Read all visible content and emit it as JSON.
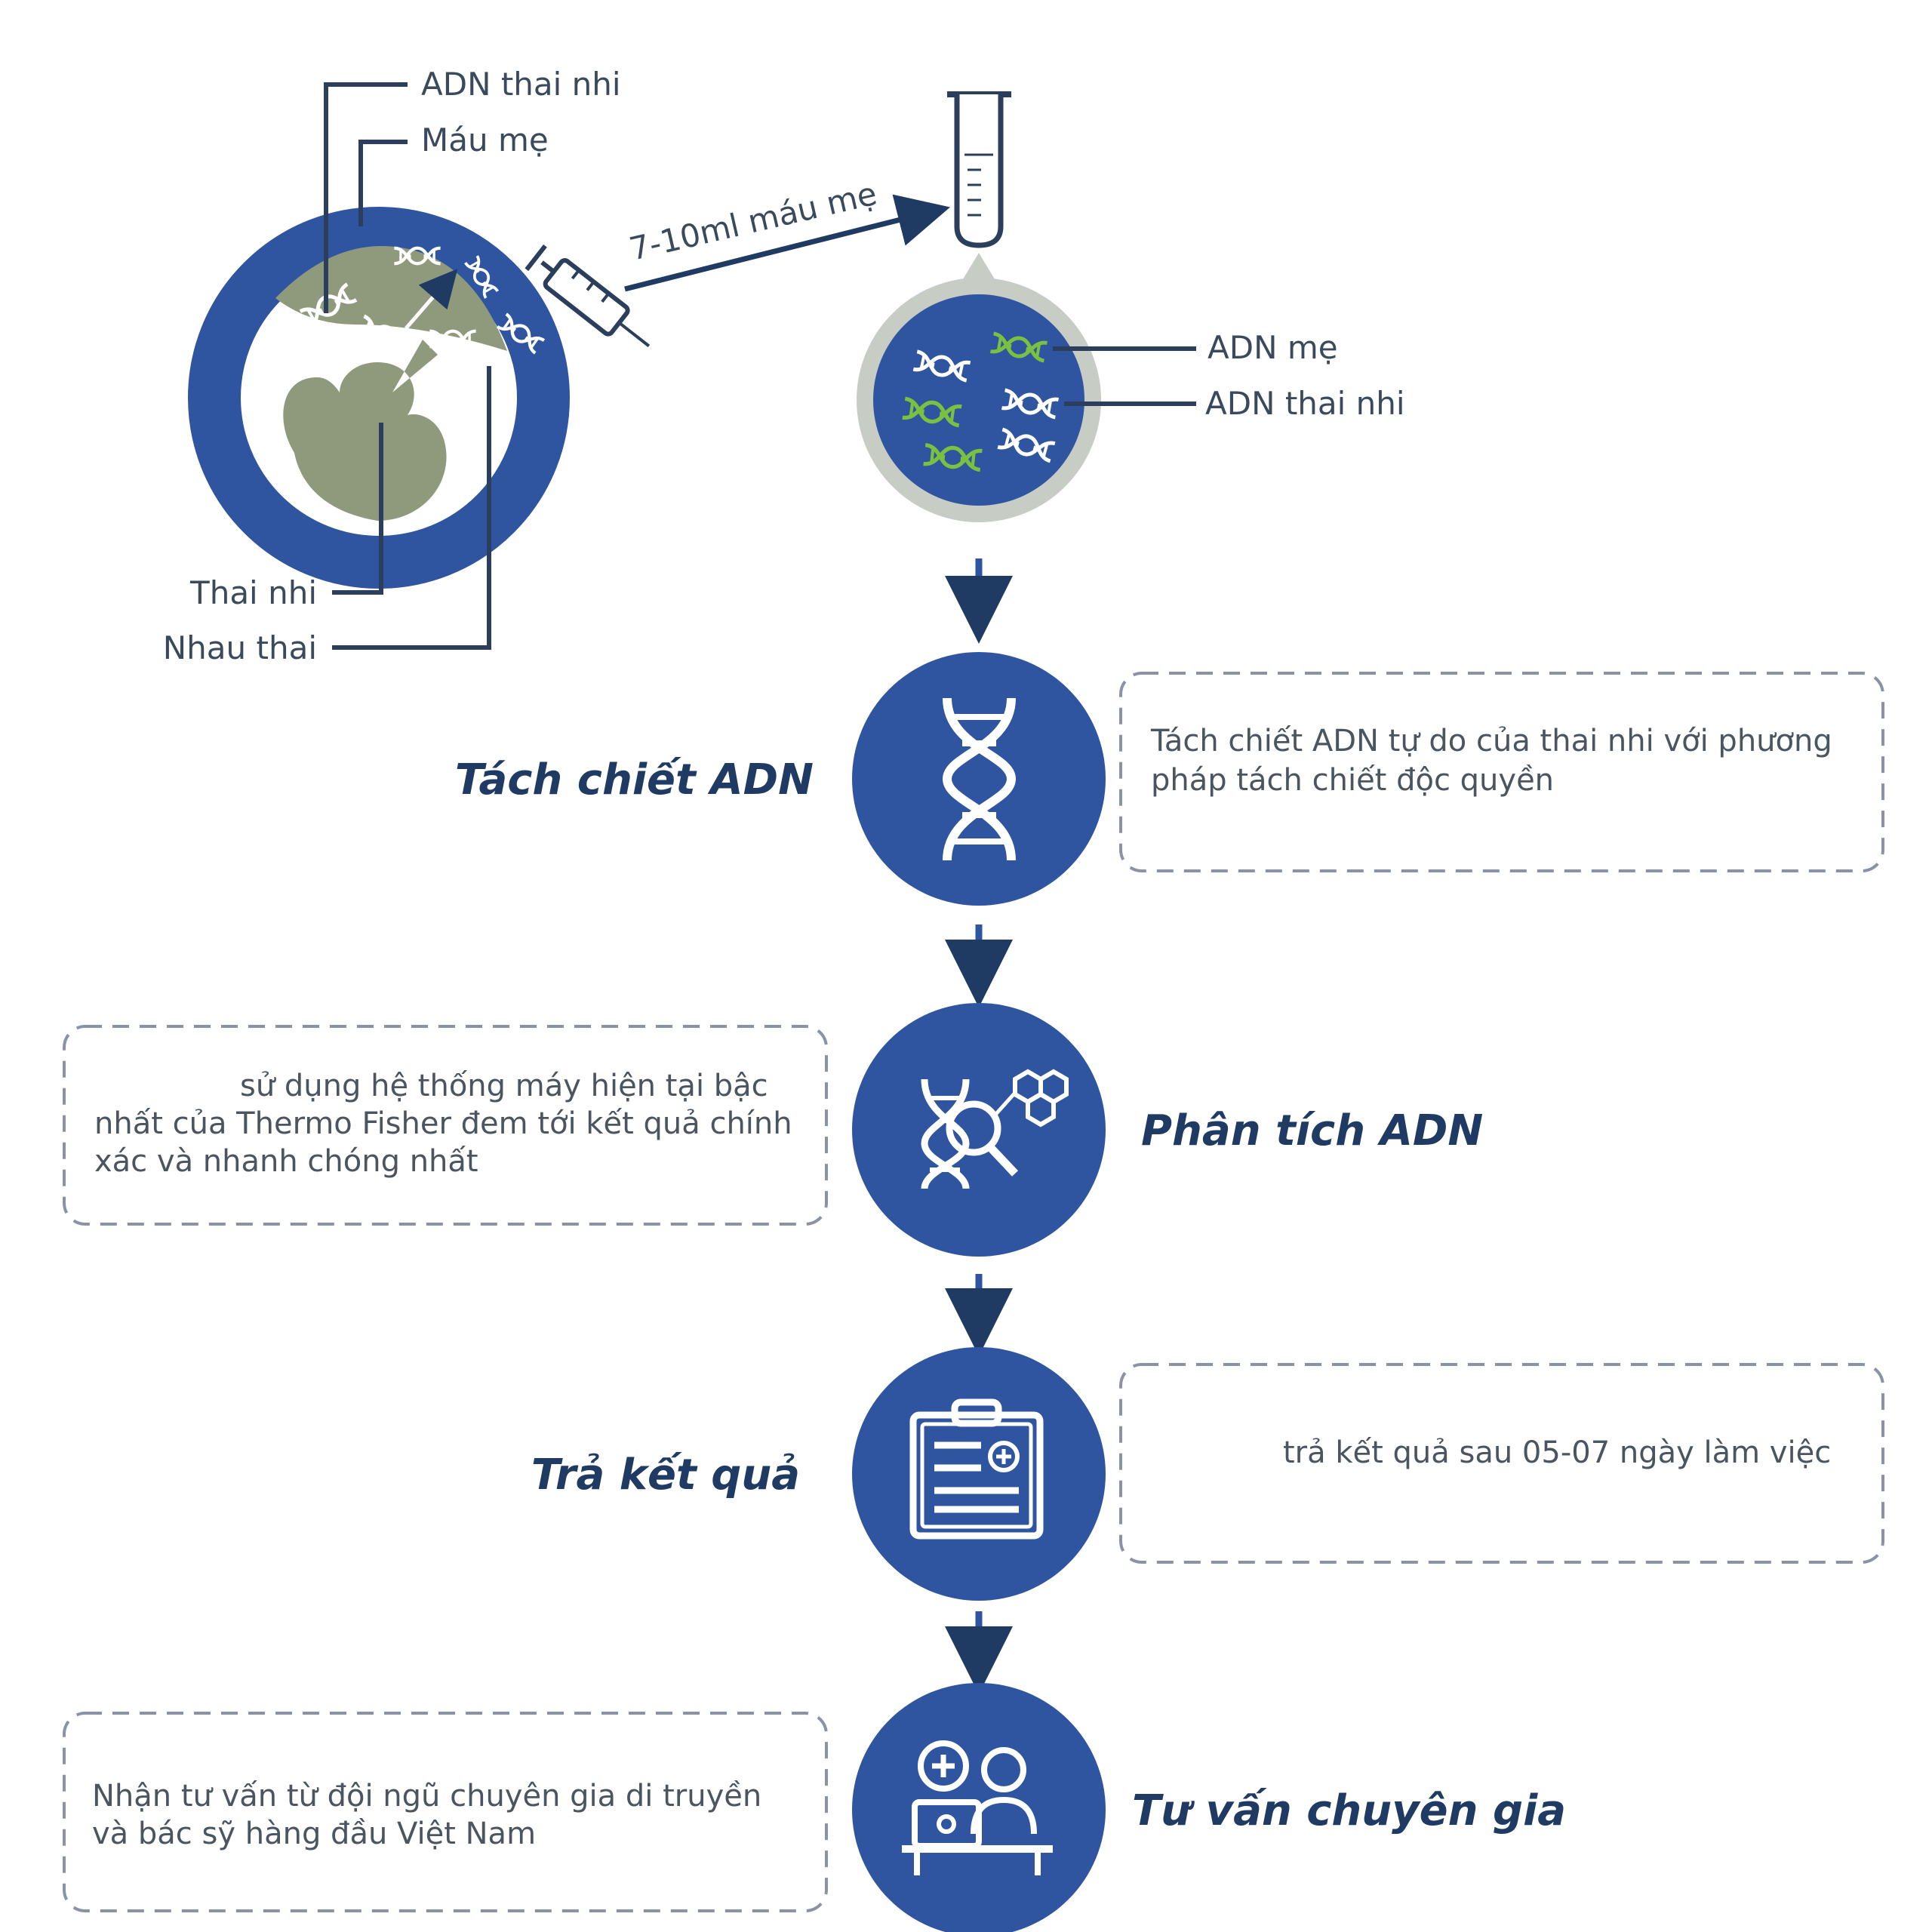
{
  "colors": {
    "primary": "#2f55a0",
    "placenta": "#8f9a7c",
    "dna_white": "#ffffff",
    "dna_green": "#7ac142",
    "leader": "#2b3f5c",
    "dash": "#8a93a6"
  },
  "labels": {
    "fetal_dna_top": "ADN thai nhi",
    "maternal_blood": "Máu mẹ",
    "blood_volume": "7-10ml máu mẹ",
    "fetus": "Thai nhi",
    "placenta": "Nhau thai",
    "maternal_dna": "ADN mẹ",
    "fetal_dna_right": "ADN thai nhi"
  },
  "steps": [
    {
      "title": "Tách chiết ADN",
      "icon": "dna-helix-icon",
      "note_lines": [
        "Tách chiết ADN tự do của thai nhi với phương",
        "pháp tách chiết độc quyền"
      ]
    },
    {
      "title": "Phân tích ADN",
      "icon": "dna-analysis-icon",
      "note_lines": [
        "sử dụng hệ thống máy hiện tại  bậc",
        "nhất của Thermo Fisher đem tới kết quả chính",
        "xác và nhanh chóng nhất"
      ]
    },
    {
      "title": "Trả kết quả",
      "icon": "clipboard-report-icon",
      "note_lines": [
        "trả kết quả sau 05-07 ngày làm việc"
      ]
    },
    {
      "title": "Tư vấn chuyên gia",
      "icon": "doctor-consultation-icon",
      "note_lines": [
        "Nhận tư vấn từ đội ngũ chuyên gia di truyền",
        "và bác sỹ hàng đầu Việt Nam"
      ]
    }
  ]
}
